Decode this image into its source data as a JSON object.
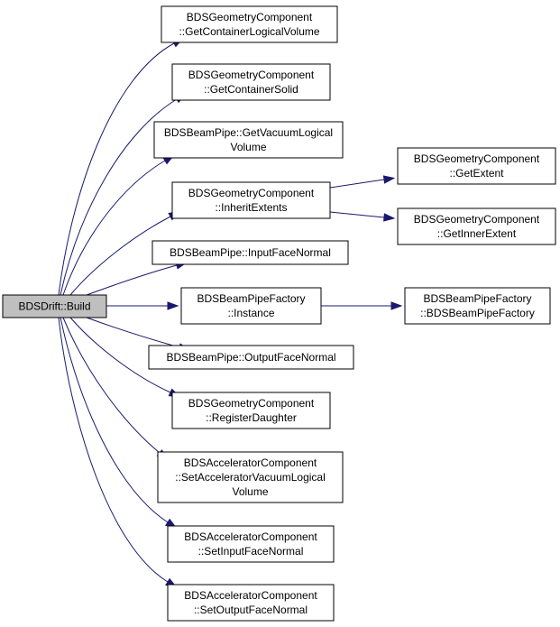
{
  "colors": {
    "edge": "#191970",
    "node_fill": "#ffffff",
    "root_fill": "#bfbfbf",
    "node_border": "#000000"
  },
  "nodes": {
    "root": {
      "lines": [
        "BDSDrift::Build"
      ]
    },
    "gcl": {
      "lines": [
        "BDSGeometryComponent",
        "::GetContainerLogicalVolume"
      ]
    },
    "gcs": {
      "lines": [
        "BDSGeometryComponent",
        "::GetContainerSolid"
      ]
    },
    "gvl": {
      "lines": [
        "BDSBeamPipe::GetVacuumLogical",
        "Volume"
      ]
    },
    "ie": {
      "lines": [
        "BDSGeometryComponent",
        "::InheritExtents"
      ]
    },
    "ge": {
      "lines": [
        "BDSGeometryComponent",
        "::GetExtent"
      ]
    },
    "gie": {
      "lines": [
        "BDSGeometryComponent",
        "::GetInnerExtent"
      ]
    },
    "ifn": {
      "lines": [
        "BDSBeamPipe::InputFaceNormal"
      ]
    },
    "inst": {
      "lines": [
        "BDSBeamPipeFactory",
        "::Instance"
      ]
    },
    "ctor": {
      "lines": [
        "BDSBeamPipeFactory",
        "::BDSBeamPipeFactory"
      ]
    },
    "ofn": {
      "lines": [
        "BDSBeamPipe::OutputFaceNormal"
      ]
    },
    "rd": {
      "lines": [
        "BDSGeometryComponent",
        "::RegisterDaughter"
      ]
    },
    "savl": {
      "lines": [
        "BDSAcceleratorComponent",
        "::SetAcceleratorVacuumLogical",
        "Volume"
      ]
    },
    "sifn": {
      "lines": [
        "BDSAcceleratorComponent",
        "::SetInputFaceNormal"
      ]
    },
    "sofn": {
      "lines": [
        "BDSAcceleratorComponent",
        "::SetOutputFaceNormal"
      ]
    }
  }
}
